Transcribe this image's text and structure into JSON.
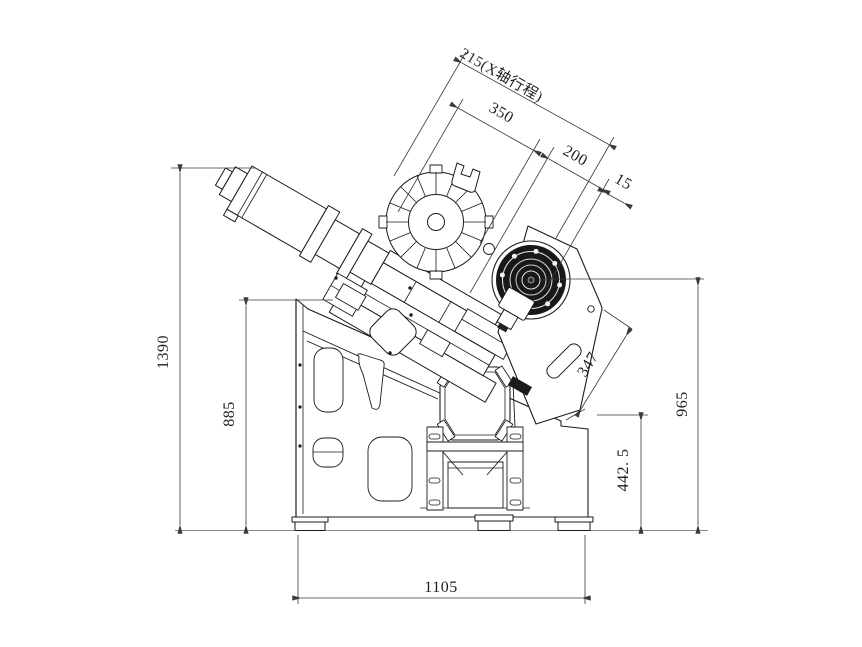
{
  "drawing": {
    "type": "technical-drawing",
    "view": "machine-side-elevation",
    "dimensions": {
      "x_travel": "215(X轴行程)",
      "d350": "350",
      "d200": "200",
      "d15": "15",
      "d1390": "1390",
      "d885": "885",
      "d347": "347",
      "d965": "965",
      "d442_5": "442. 5",
      "d1105": "1105"
    },
    "colors": {
      "background": "#ffffff",
      "machine_line": "#1b1b1b",
      "dimension_line": "#3a3a3a",
      "ground_line": "#8a8a8a",
      "chuck_fill": "#181818"
    }
  }
}
